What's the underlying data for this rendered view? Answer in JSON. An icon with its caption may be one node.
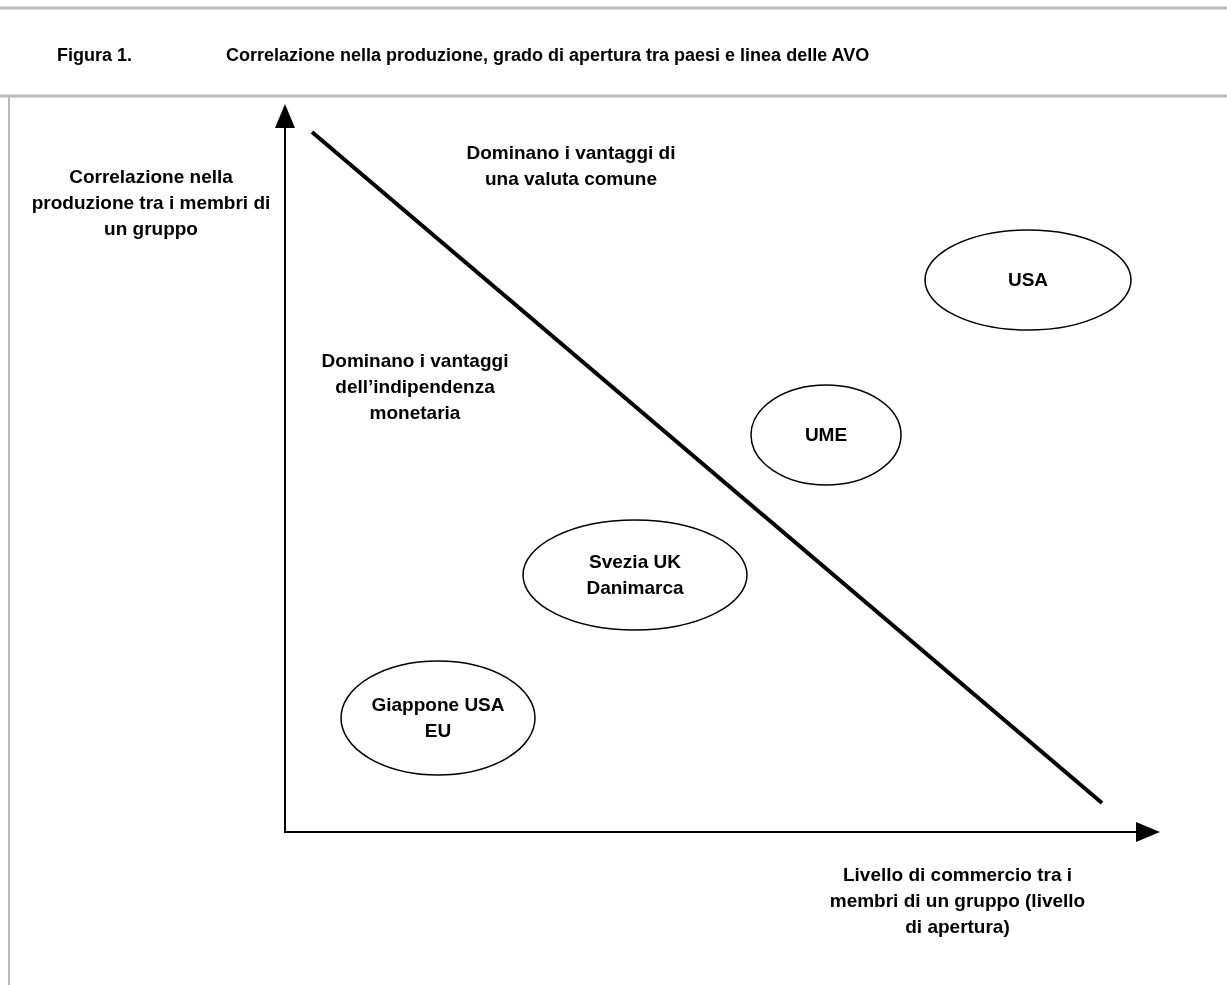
{
  "diagram": {
    "title": "Correlazione nella produzione, grado di apertura tra paesi e linea delle AVO",
    "nodes": [
      {
        "text": [
          "USA"
        ]
      },
      {
        "text": [
          "UME"
        ]
      },
      {
        "text": [
          "Svezia UK Danimarca"
        ]
      },
      {
        "text": [
          "Giappone USA EU"
        ]
      }
    ],
    "labels": [
      "Figura 1.",
      "Dominano i vantaggi di una valuta comune",
      "Correlazione nella produzione tra i membri di un gruppo",
      "Dominano i vantaggi dell’indipendenza monetaria",
      "Livello di commercio tra i membri di un gruppo (livello di apertura)"
    ]
  }
}
